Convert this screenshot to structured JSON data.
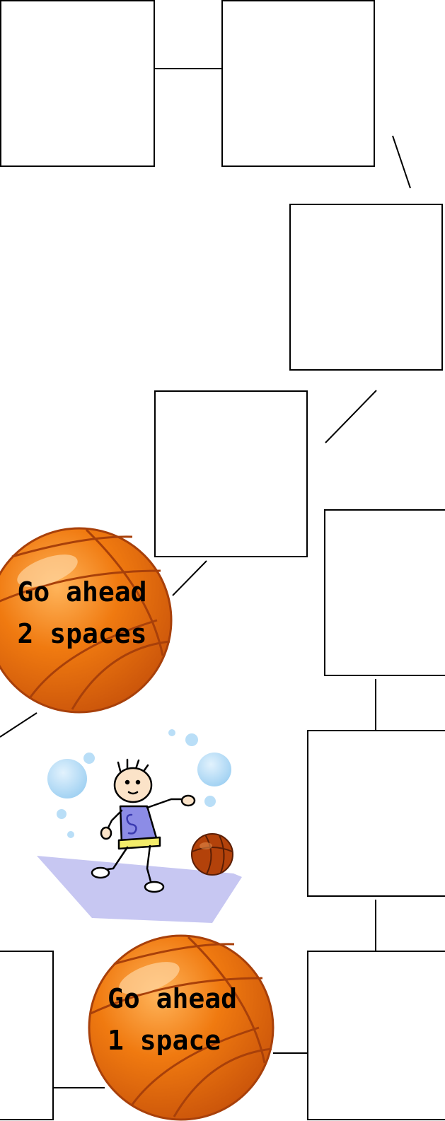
{
  "board": {
    "squares": [
      {
        "id": "square-1"
      },
      {
        "id": "square-2"
      },
      {
        "id": "square-3"
      },
      {
        "id": "square-4"
      },
      {
        "id": "square-5"
      },
      {
        "id": "square-6"
      },
      {
        "id": "square-7"
      },
      {
        "id": "square-8"
      }
    ]
  },
  "balls": {
    "top": {
      "line1": "Go ahead",
      "line2": "2 spaces"
    },
    "bottom": {
      "line1": "Go ahead",
      "line2": "1 space"
    }
  },
  "colors": {
    "ball_orange": "#F07A10",
    "ball_dark": "#B3420A",
    "bubble_blue": "#AFD8F5",
    "court_lavender": "#C7C7F2",
    "jersey_purple": "#8C8CE6"
  },
  "icons": [
    "basketball-icon",
    "basketball-player-clipart"
  ]
}
